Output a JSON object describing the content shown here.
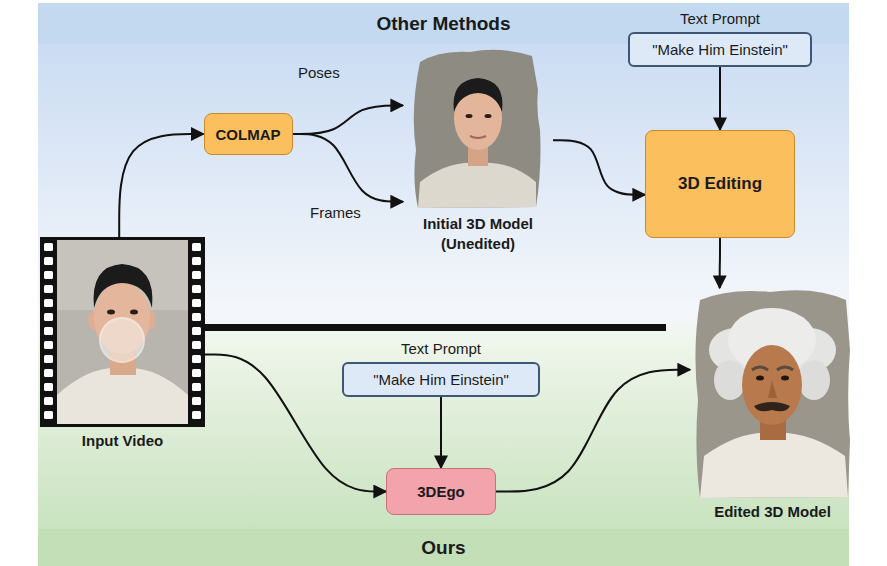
{
  "diagram": {
    "nodes": [
      {
        "text": [
          "Other Methods"
        ]
      },
      {
        "text": [
          "Input Video"
        ]
      },
      {
        "text": [
          "COLMAP"
        ]
      },
      {
        "text": [
          "Initial 3D Model (Unedited)"
        ]
      },
      {
        "text": [
          "Text Prompt",
          "\"Make Him Einstein\""
        ]
      },
      {
        "text": [
          "3D Editing"
        ]
      },
      {
        "text": [
          "Edited 3D Model"
        ]
      },
      {
        "text": [
          "Text Prompt",
          "\"Make Him Einstein\""
        ]
      },
      {
        "text": [
          "3DEgo"
        ]
      },
      {
        "text": [
          "Ours"
        ]
      }
    ],
    "edges": [
      {
        "from": 1,
        "to": 2,
        "arrow": "to"
      },
      {
        "from": 2,
        "to": 3,
        "label": "Poses",
        "arrow": "to"
      },
      {
        "from": 2,
        "to": 3,
        "label": "Frames",
        "arrow": "to"
      },
      {
        "from": 3,
        "to": 5,
        "arrow": "to"
      },
      {
        "from": 4,
        "to": 5,
        "arrow": "to"
      },
      {
        "from": 5,
        "to": 6,
        "arrow": "to"
      },
      {
        "from": 1,
        "to": 8,
        "arrow": "to"
      },
      {
        "from": 7,
        "to": 8,
        "arrow": "to"
      },
      {
        "from": 8,
        "to": 6,
        "arrow": "to"
      }
    ]
  }
}
